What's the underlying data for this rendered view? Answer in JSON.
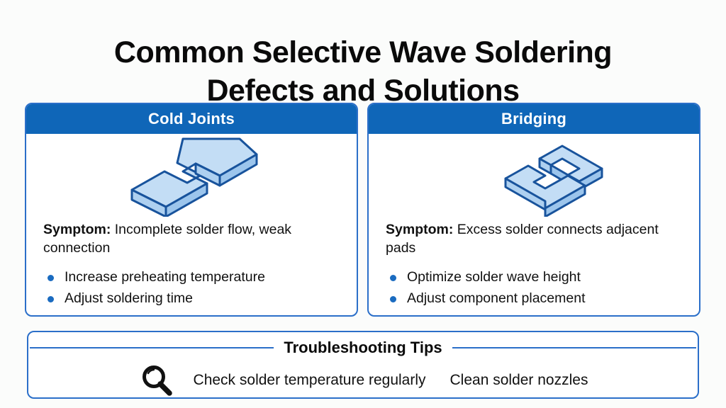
{
  "title": {
    "line1": "Common Selective Wave Soldering",
    "line2": "Defects and Solutions"
  },
  "colors": {
    "header_blue": "#0f66b8",
    "border_blue": "#2b6fc9",
    "bullet_blue": "#1a6bc0",
    "illustration_fill": "#c3ddf5",
    "illustration_stroke": "#18539c",
    "page_background": "#fbfcfb",
    "text": "#111111"
  },
  "cards": [
    {
      "header": "Cold Joints",
      "illustration_icon": "stepped-solder-joint-icon",
      "symptom_label": "Symptom:",
      "symptom_text": " Incomplete solder flow, weak connection",
      "solutions": [
        "Increase preheating temperature",
        "Adjust soldering time"
      ]
    },
    {
      "header": "Bridging",
      "illustration_icon": "bridged-pads-icon",
      "symptom_label": "Symptom:",
      "symptom_text": " Excess solder connects adjacent pads",
      "solutions": [
        "Optimize solder wave height",
        " Adjust component placement"
      ]
    }
  ],
  "tips": {
    "title": "Troubleshooting Tips",
    "icon": "magnifier-icon",
    "items": [
      "Check solder temperature regularly",
      "Clean solder nozzles"
    ]
  }
}
